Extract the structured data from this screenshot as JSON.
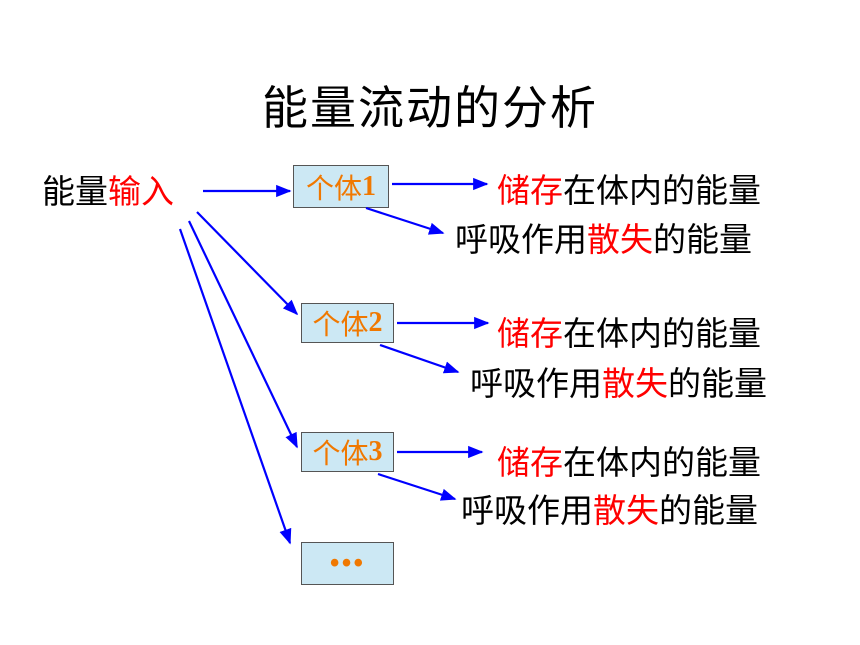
{
  "title": "能量流动的分析",
  "input": {
    "prefix": "能量",
    "highlight": "输入"
  },
  "individuals": [
    {
      "prefix": "个体",
      "num": "1"
    },
    {
      "prefix": "个体",
      "num": "2"
    },
    {
      "prefix": "个体",
      "num": "3"
    }
  ],
  "more_box": "•••",
  "stored": {
    "highlight": "储存",
    "rest": "在体内的能量"
  },
  "lost": {
    "prefix": "呼吸作用",
    "highlight": "散失",
    "rest": "的能量"
  },
  "colors": {
    "accent_red": "#ff0000",
    "box_text": "#f07800",
    "box_fill": "#cce8f4",
    "arrow": "#0000ff"
  }
}
